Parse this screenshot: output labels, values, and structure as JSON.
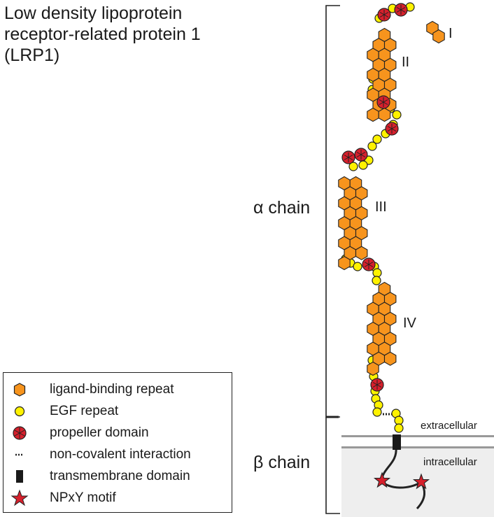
{
  "title": {
    "line1": "Low density lipoprotein",
    "line2": "receptor-related protein 1",
    "line3": "(LRP1)"
  },
  "chains": {
    "alpha": "α chain",
    "beta": "β chain"
  },
  "clusters": {
    "c1": "I",
    "c2": "II",
    "c3": "III",
    "c4": "IV"
  },
  "membrane": {
    "extracellular": "extracellular",
    "intracellular": "intracellular"
  },
  "legend": {
    "ligand_binding": "ligand-binding repeat",
    "egf": "EGF repeat",
    "propeller": "propeller domain",
    "noncovalent": "non-covalent interaction",
    "transmembrane": "transmembrane domain",
    "npxy": "NPxY motif"
  },
  "colors": {
    "hexagon": "#f7941d",
    "egf": "#fff200",
    "propeller": "#d6202c",
    "membrane": "#999999",
    "cytoplasm": "#eeeeee"
  }
}
